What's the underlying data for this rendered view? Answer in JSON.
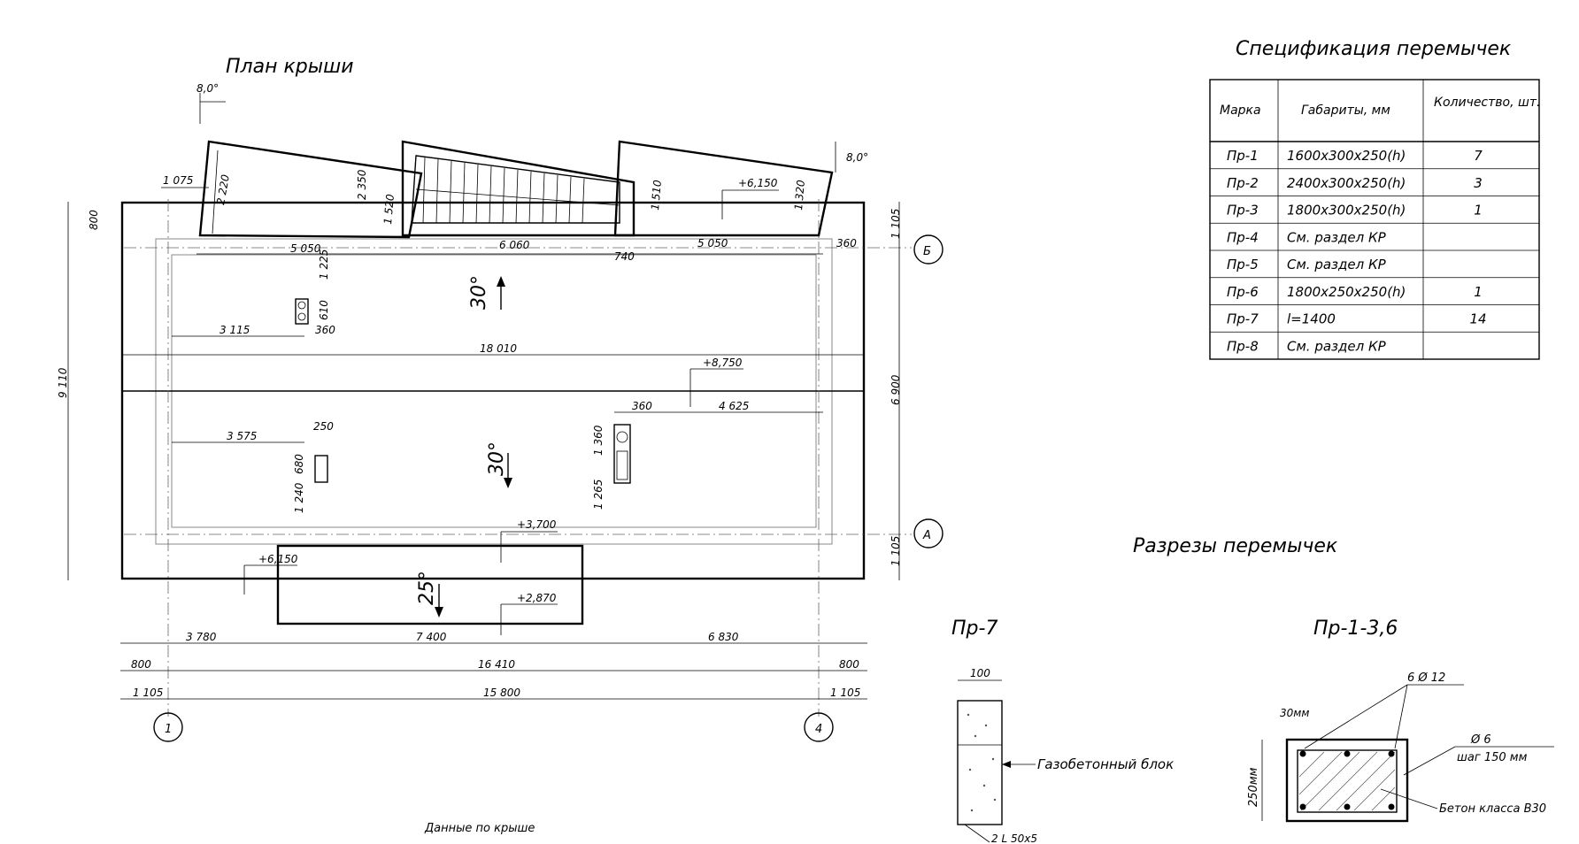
{
  "plan": {
    "title": "План крыши",
    "angle_left": "8,0°",
    "angle_right": "8,0°",
    "slope_upper": "30°",
    "slope_lower": "30°",
    "slope_porch": "25°",
    "elevations": {
      "top_right": "+6,150",
      "ridge": "+8,750",
      "porch_top": "+3,700",
      "porch_bottom": "+2,870",
      "left_low": "+6,150"
    },
    "dims": {
      "d1075": "1 075",
      "d800_left": "800",
      "d9110": "9 110",
      "d2220": "2 220",
      "d2350": "2 350",
      "d1520": "1 520",
      "d1510": "1 510",
      "d1320": "1 320",
      "d5050_left": "5 050",
      "d6060": "6 060",
      "d5050_right": "5 050",
      "d740": "740",
      "d360_top": "360",
      "d1225": "1 225",
      "d610": "610",
      "d3115": "3 115",
      "d360_a": "360",
      "d18010": "18 010",
      "d360_b": "360",
      "d4625": "4 625",
      "d3575": "3 575",
      "d250": "250",
      "d680": "680",
      "d1360": "1 360",
      "d1240": "1 240",
      "d1265": "1 265",
      "d1105_top": "1 105",
      "d6900": "6 900",
      "d1105_bottom": "1 105",
      "d3780": "3 780",
      "d7400": "7 400",
      "d6830": "6 830",
      "d800_l": "800",
      "d16410": "16 410",
      "d800_r": "800",
      "d1105_l": "1 105",
      "d15800": "15 800",
      "d1105_r": "1 105"
    },
    "axes": {
      "b": "Б",
      "a": "А",
      "one": "1",
      "four": "4"
    },
    "data_caption": "Данные по крыше"
  },
  "spec": {
    "title": "Спецификация перемычек",
    "headers": [
      "Марка",
      "Габариты, мм",
      "Количество, шт."
    ],
    "rows": [
      [
        "Пр-1",
        "1600х300х250(h)",
        "7"
      ],
      [
        "Пр-2",
        "2400х300х250(h)",
        "3"
      ],
      [
        "Пр-3",
        "1800х300х250(h)",
        "1"
      ],
      [
        "Пр-4",
        "См. раздел КР",
        ""
      ],
      [
        "Пр-5",
        "См. раздел КР",
        ""
      ],
      [
        "Пр-6",
        "1800х250х250(h)",
        "1"
      ],
      [
        "Пр-7",
        "l=1400",
        "14"
      ],
      [
        "Пр-8",
        "См. раздел КР",
        ""
      ]
    ]
  },
  "sections": {
    "title": "Разрезы перемычек",
    "pr7": {
      "title": "Пр-7",
      "width": "100",
      "label_block": "Газобетонный блок",
      "label_bottom": "2 L 50х5"
    },
    "pr136": {
      "title": "Пр-1-3,6",
      "rebar_top": "6 Ø 12",
      "cover": "30мм",
      "stirrup": "Ø 6",
      "step": "шаг 150 мм",
      "height": "250мм",
      "concrete": "Бетон класса В30"
    }
  }
}
